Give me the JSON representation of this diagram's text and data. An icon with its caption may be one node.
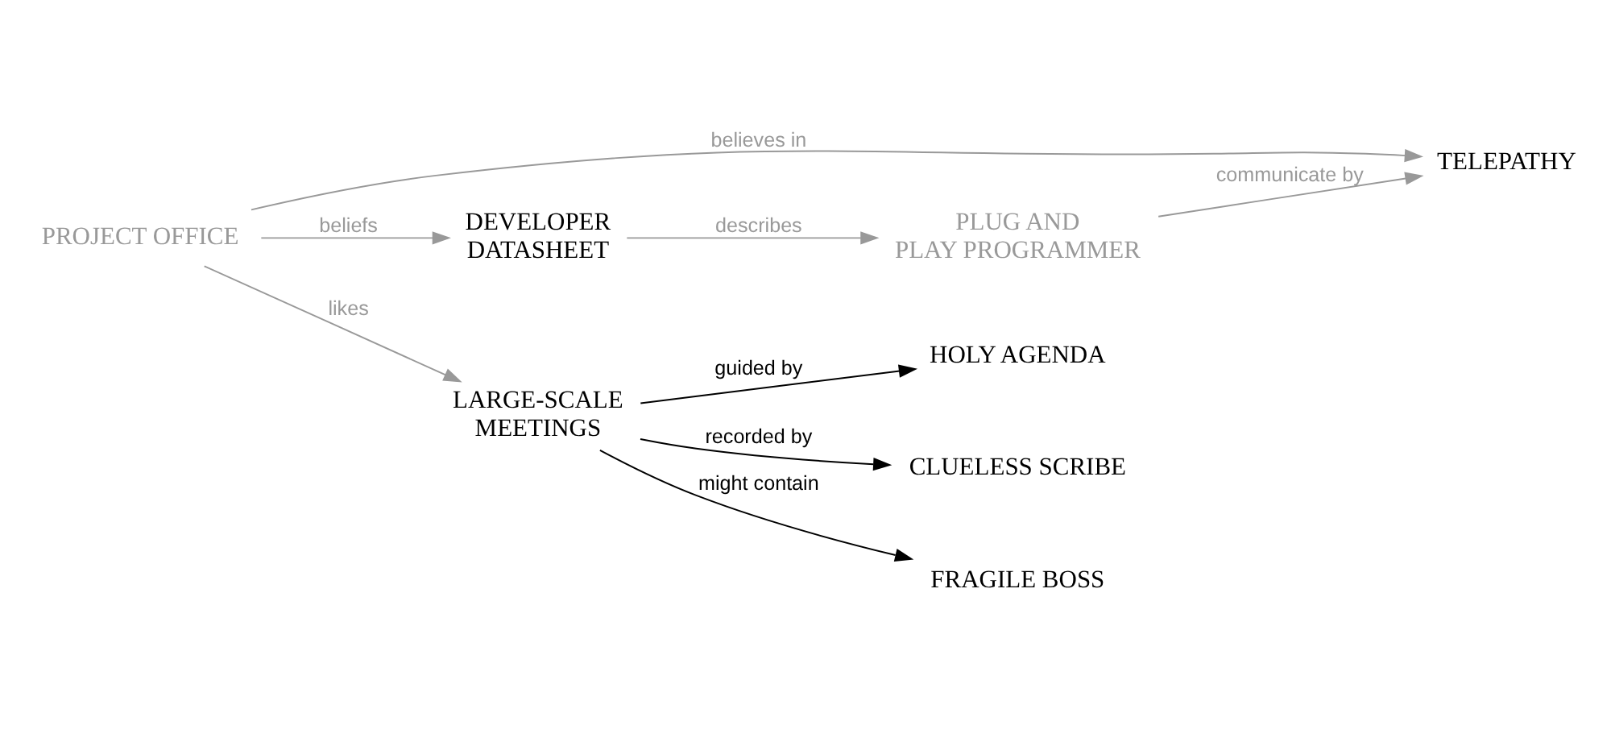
{
  "diagram": {
    "nodes": [
      {
        "text": [
          "PLUG AND PLAY PROGRAMMER"
        ]
      },
      {
        "text": [
          "TELEPATHY"
        ]
      },
      {
        "text": [
          "HOLY AGENDA"
        ]
      },
      {
        "text": [
          "DEVELOPER DATASHEET"
        ]
      },
      {
        "text": [
          "LARGE-SCALE MEETINGS"
        ]
      },
      {
        "text": [
          "CLUELESS SCRIBE"
        ]
      },
      {
        "text": [
          "PROJECT OFFICE"
        ]
      },
      {
        "text": [
          "FRAGILE BOSS"
        ]
      }
    ],
    "edges": [
      {
        "from": 0,
        "to": 1,
        "arrow": "to",
        "label": "communicate by"
      },
      {
        "from": 3,
        "to": 0,
        "arrow": "to",
        "label": "describes"
      },
      {
        "from": 6,
        "to": 3,
        "arrow": "to",
        "label": "beliefs"
      },
      {
        "from": 6,
        "to": 1,
        "arrow": "to",
        "label": "believes in"
      },
      {
        "from": 6,
        "to": 4,
        "arrow": "to",
        "label": "likes"
      },
      {
        "from": 4,
        "to": 2,
        "arrow": "to",
        "label": "guided by",
        "color": "#000000"
      },
      {
        "from": 4,
        "to": 5,
        "arrow": "to",
        "label": "recorded by",
        "color": "#000000"
      },
      {
        "from": 4,
        "to": 7,
        "arrow": "to",
        "label": "might contain",
        "color": "#000000"
      }
    ]
  }
}
